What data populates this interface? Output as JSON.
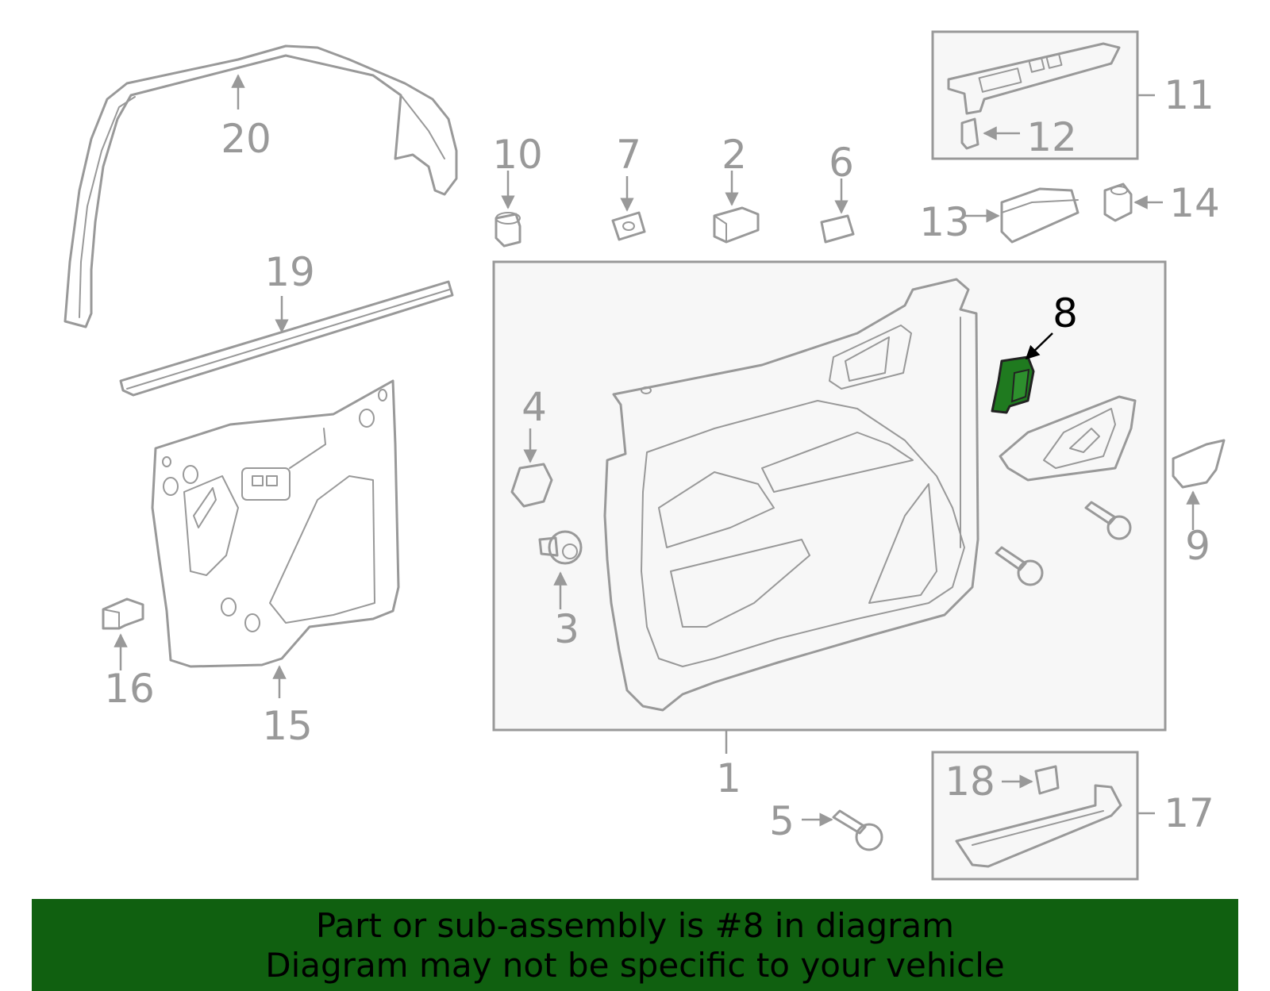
{
  "callouts": {
    "c1": "1",
    "c2": "2",
    "c3": "3",
    "c4": "4",
    "c5": "5",
    "c6": "6",
    "c7": "7",
    "c8": "8",
    "c9": "9",
    "c10": "10",
    "c11": "11",
    "c12": "12",
    "c13": "13",
    "c14": "14",
    "c15": "15",
    "c16": "16",
    "c17": "17",
    "c18": "18",
    "c19": "19",
    "c20": "20"
  },
  "highlight": {
    "part": "8",
    "color": "#1f7a1f"
  },
  "banner": {
    "line1": "Part or sub-assembly is #8 in diagram",
    "line2": "Diagram may not be specific to your vehicle",
    "background": "#106010"
  }
}
